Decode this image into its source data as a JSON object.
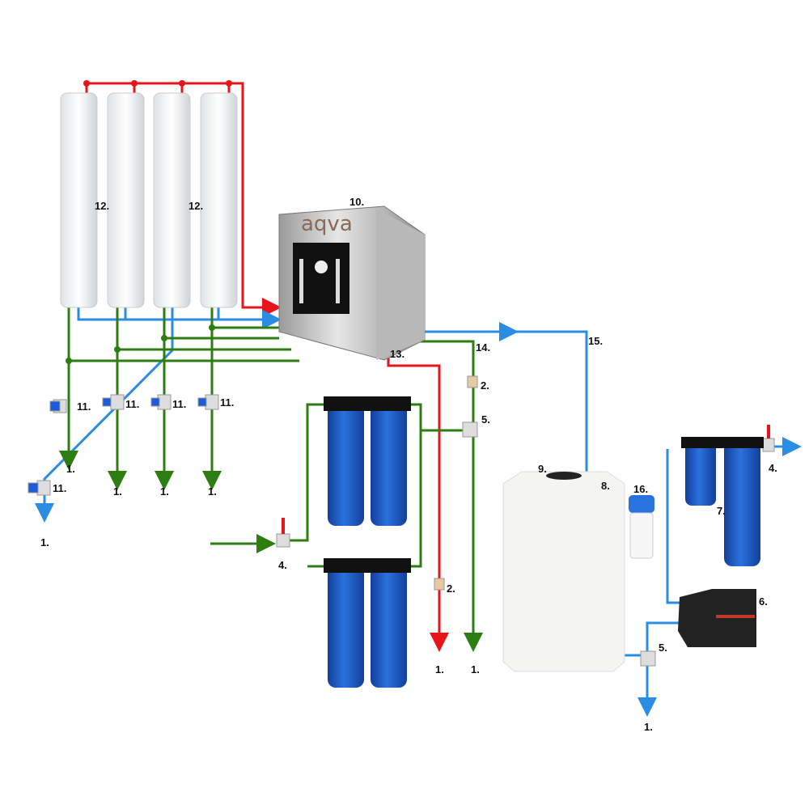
{
  "brand": "aqva",
  "colors": {
    "feed": "#e8141c",
    "permeate": "#2a8de3",
    "concentrate": "#2e7d13",
    "filter_housing": "#1e63c8"
  },
  "labels": {
    "membrane_a": "12.",
    "membrane_b": "12.",
    "ro_unit": "10.",
    "valve11_a": "11.",
    "valve11_b": "11.",
    "valve11_c": "11.",
    "valve11_d": "11.",
    "valve11_e": "11.",
    "out_a": "1.",
    "out_b": "1.",
    "out_c": "1.",
    "out_d": "1.",
    "out_e": "1.",
    "out_f": "1.",
    "out_g": "1.",
    "out_h": "1.",
    "port13": "13.",
    "port14": "14.",
    "line15": "15.",
    "flow2_a": "2.",
    "flow2_b": "2.",
    "valve5_a": "5.",
    "valve5_b": "5.",
    "valve4_a": "4.",
    "valve4_b": "4.",
    "tank": "9.",
    "tank_port": "8.",
    "filter16": "16.",
    "filters7": "7.",
    "pump": "6."
  }
}
